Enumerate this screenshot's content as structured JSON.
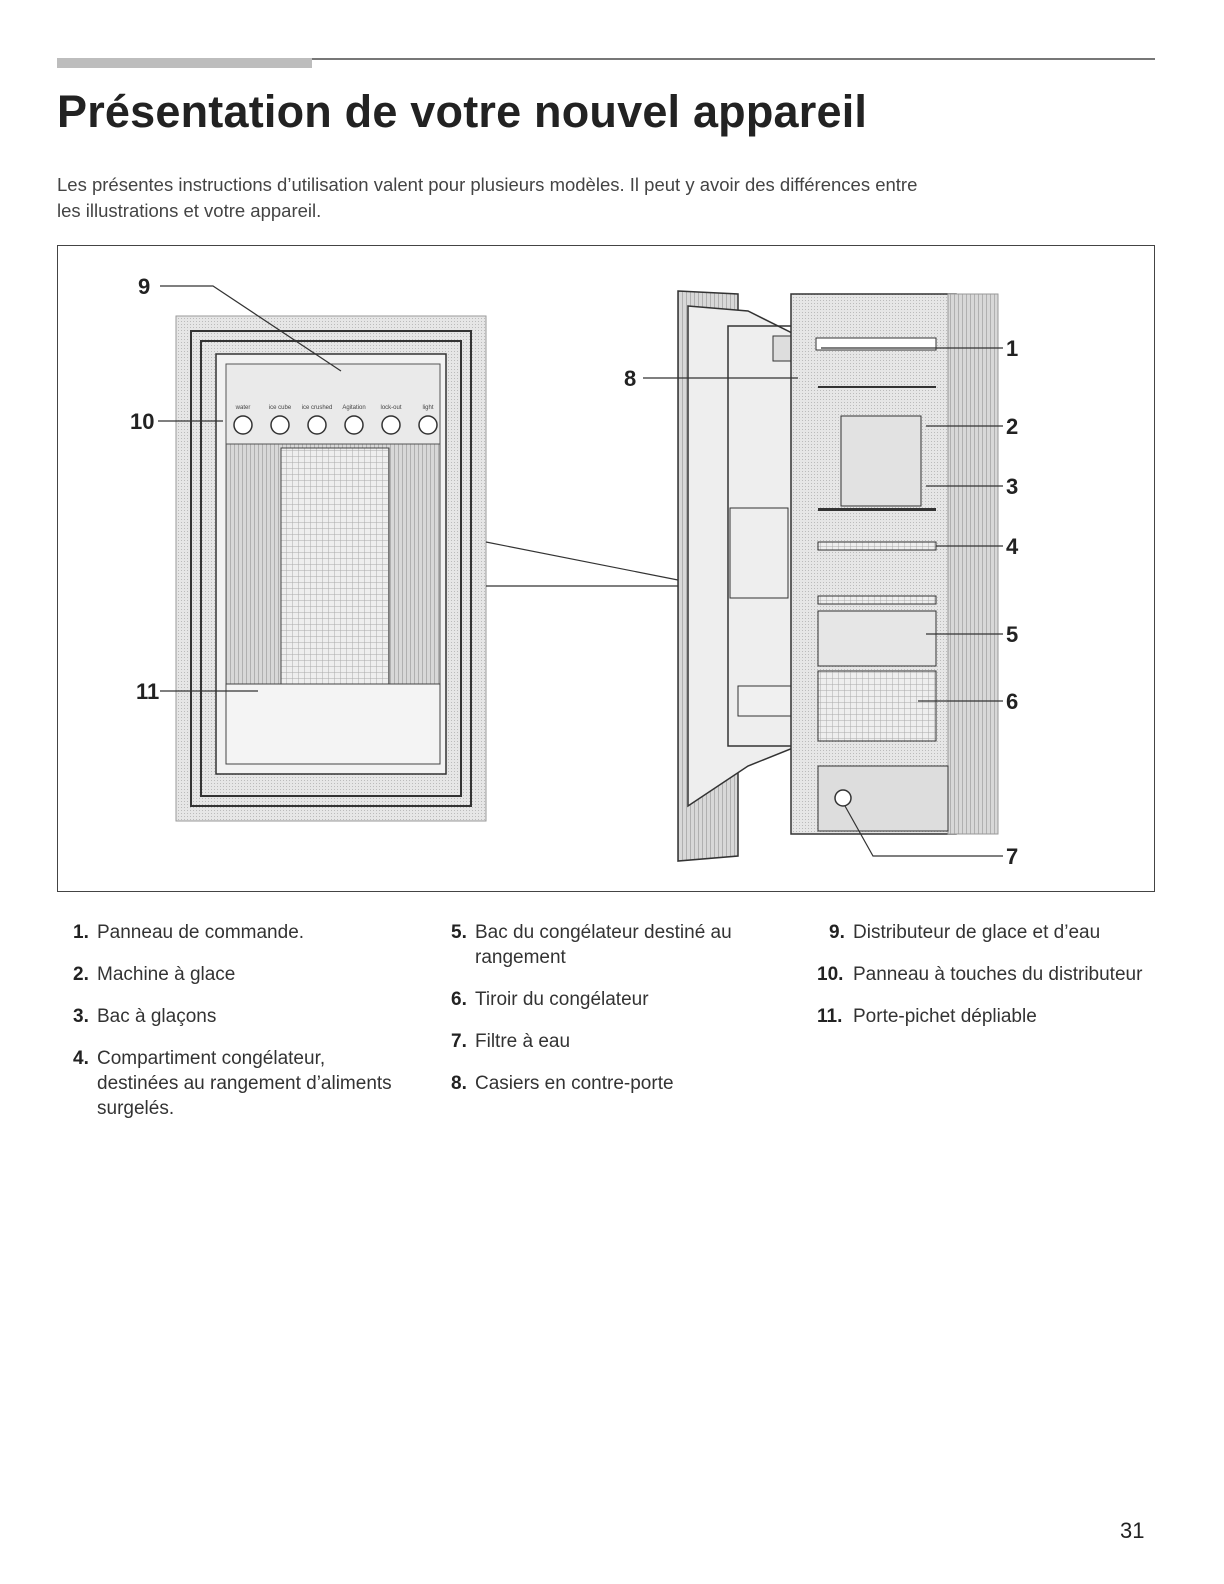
{
  "page": {
    "title": "Présentation de votre nouvel appareil",
    "intro_line1": "Les présentes instructions d’utilisation valent pour plusieurs modèles. Il peut y avoir des différences entre",
    "intro_line2": "les illustrations et votre appareil.",
    "page_number": "31"
  },
  "figure": {
    "callouts": [
      "1",
      "2",
      "3",
      "4",
      "5",
      "6",
      "7",
      "8",
      "9",
      "10",
      "11"
    ],
    "dispenser_buttons": [
      "water",
      "ice cube",
      "ice crushed",
      "Agitation",
      "lock-out",
      "light"
    ]
  },
  "legend": {
    "col1": [
      {
        "num": "1.",
        "text": "Panneau de commande."
      },
      {
        "num": "2.",
        "text": "Machine à glace"
      },
      {
        "num": "3.",
        "text": "Bac à glaçons"
      },
      {
        "num": "4.",
        "text": "Compartiment congélateur, destinées au rangement d’aliments surgelés."
      }
    ],
    "col2": [
      {
        "num": "5.",
        "text": "Bac du congélateur destiné au rangement"
      },
      {
        "num": "6.",
        "text": "Tiroir du congélateur"
      },
      {
        "num": "7.",
        "text": "Filtre à eau"
      },
      {
        "num": "8.",
        "text": "Casiers en contre-porte"
      }
    ],
    "col3": [
      {
        "num": "9.",
        "text": "Distributeur de glace et d’eau"
      },
      {
        "num": "10.",
        "text": "Panneau à touches du distributeur"
      },
      {
        "num": "11.",
        "text": "Porte-pichet dépliable"
      }
    ]
  },
  "colors": {
    "text": "#222222",
    "border": "#444444",
    "illustration_gray": "#d9d9d9"
  }
}
